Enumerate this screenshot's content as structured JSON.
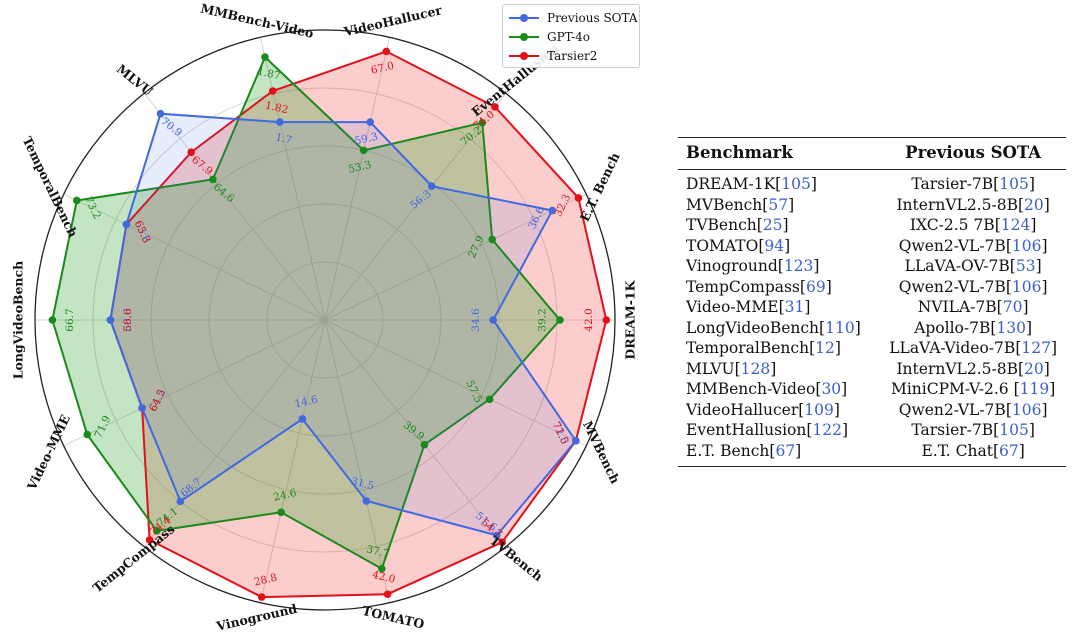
{
  "chart_data": {
    "type": "radar",
    "axes": [
      "DREAM-1K",
      "MVBench",
      "TVBench",
      "TOMATO",
      "Vinoground",
      "TempCompass",
      "Video-MME",
      "LongVideoBench",
      "TemporalBench",
      "MLVU",
      "MMBench-Video",
      "VideoHallucer",
      "EventHallusion",
      "E.T. Bench"
    ],
    "radial_range": [
      0,
      1
    ],
    "grid": true,
    "legend_position": "top-right",
    "series": [
      {
        "name": "Previous SOTA",
        "color": "#4169e1",
        "fill": false,
        "labels": [
          "34.6",
          "72.0",
          "51.6",
          "31.5",
          "14.6",
          "68.7",
          "64.2",
          "60.0",
          "63.6",
          "70.9",
          "1.7",
          "59.3",
          "56.3",
          "36.6"
        ],
        "values": [
          0.58,
          0.96,
          0.95,
          0.64,
          0.35,
          0.8,
          0.7,
          0.74,
          0.76,
          0.91,
          0.7,
          0.7,
          0.59,
          0.87
        ]
      },
      {
        "name": "GPT-4o",
        "color": "#1a8a1a",
        "fill": true,
        "labels": [
          "39.2",
          "57.5",
          "39.9",
          "37.7",
          "24.6",
          "74.1",
          "71.9",
          "66.7",
          "73.2",
          "64.6",
          "1.87",
          "53.3",
          "70.2",
          "27.9"
        ],
        "values": [
          0.81,
          0.63,
          0.55,
          0.88,
          0.68,
          0.93,
          0.91,
          0.94,
          0.95,
          0.62,
          0.93,
          0.6,
          0.87,
          0.64
        ]
      },
      {
        "name": "Tarsier2",
        "color": "#e3101a",
        "fill": true,
        "labels": [
          "42.0",
          "71.5",
          "54.7",
          "42.0",
          "28.8",
          "74.4",
          "64.5",
          "58.6",
          "65.3",
          "67.9",
          "1.82",
          "67.0",
          "74.0",
          "32.3"
        ],
        "values": [
          0.97,
          0.96,
          0.98,
          0.97,
          0.98,
          0.97,
          0.7,
          0.74,
          0.76,
          0.74,
          0.81,
          0.95,
          0.94,
          0.97
        ]
      }
    ]
  },
  "table": {
    "headers": [
      "Benchmark",
      "Previous SOTA"
    ],
    "rows": [
      [
        {
          "name": "DREAM-1K",
          "ref": "105"
        },
        {
          "name": "Tarsier-7B",
          "ref": "105"
        }
      ],
      [
        {
          "name": "MVBench",
          "ref": "57"
        },
        {
          "name": "InternVL2.5-8B",
          "ref": "20"
        }
      ],
      [
        {
          "name": "TVBench",
          "ref": "25"
        },
        {
          "name": "IXC-2.5 7B",
          "ref": "124"
        }
      ],
      [
        {
          "name": "TOMATO",
          "ref": "94"
        },
        {
          "name": "Qwen2-VL-7B",
          "ref": "106"
        }
      ],
      [
        {
          "name": "Vinoground",
          "ref": "123"
        },
        {
          "name": "LLaVA-OV-7B",
          "ref": "53"
        }
      ],
      [
        {
          "name": "TempCompass",
          "ref": "69"
        },
        {
          "name": "Qwen2-VL-7B",
          "ref": "106"
        }
      ],
      [
        {
          "name": "Video-MME",
          "ref": "31"
        },
        {
          "name": "NVILA-7B",
          "ref": "70"
        }
      ],
      [
        {
          "name": "LongVideoBench",
          "ref": "110"
        },
        {
          "name": "Apollo-7B",
          "ref": "130"
        }
      ],
      [
        {
          "name": "TemporalBench",
          "ref": "12"
        },
        {
          "name": "LLaVA-Video-7B",
          "ref": "127"
        }
      ],
      [
        {
          "name": "MLVU",
          "ref": "128"
        },
        {
          "name": "InternVL2.5-8B",
          "ref": "20"
        }
      ],
      [
        {
          "name": "MMBench-Video",
          "ref": "30"
        },
        {
          "name": "MiniCPM-V-2.6 ",
          "ref": "119"
        }
      ],
      [
        {
          "name": "VideoHallucer",
          "ref": "109"
        },
        {
          "name": "Qwen2-VL-7B",
          "ref": "106"
        }
      ],
      [
        {
          "name": "EventHallusion",
          "ref": "122"
        },
        {
          "name": "Tarsier-7B",
          "ref": "105"
        }
      ],
      [
        {
          "name": "E.T. Bench",
          "ref": "67"
        },
        {
          "name": "E.T. Chat",
          "ref": "67"
        }
      ]
    ]
  }
}
